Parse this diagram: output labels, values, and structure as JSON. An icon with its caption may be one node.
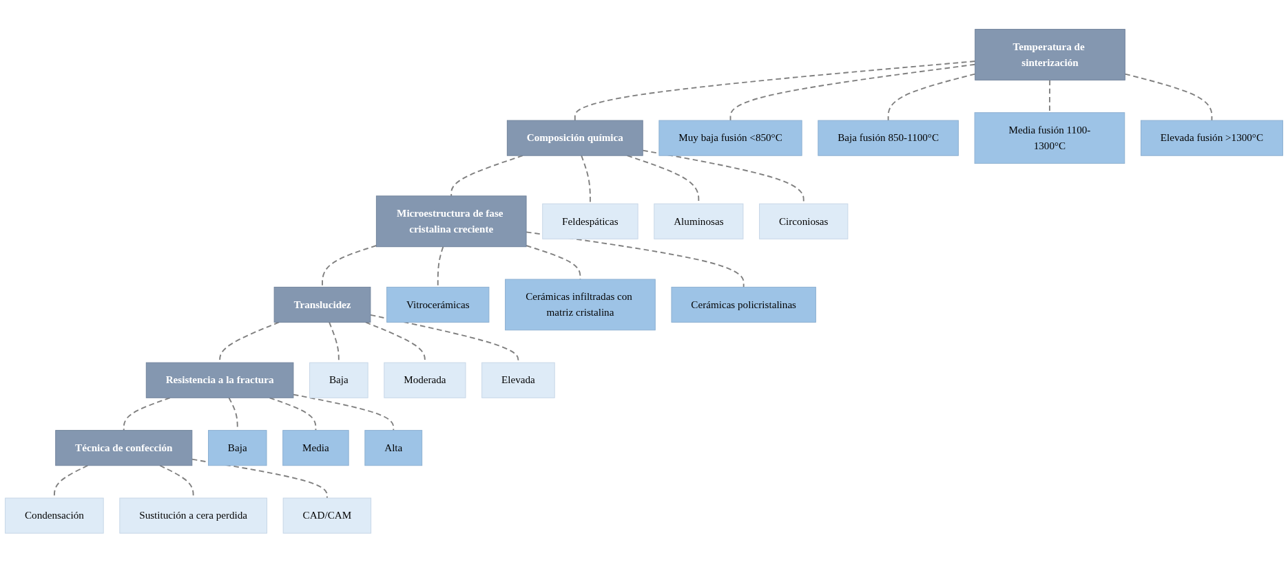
{
  "diagram": {
    "nodes": [
      {
        "text": [
          "Temperatura de sinterización"
        ]
      },
      {
        "text": [
          "Composición química"
        ]
      },
      {
        "text": [
          "Microestructura de fase cristalina creciente"
        ]
      },
      {
        "text": [
          "Translucidez"
        ]
      },
      {
        "text": [
          "Resistencia a la fractura"
        ]
      },
      {
        "text": [
          "Técnica de confección"
        ]
      },
      {
        "text": [
          "Muy baja fusión <850°C"
        ]
      },
      {
        "text": [
          "Baja fusión 850-1100°C"
        ]
      },
      {
        "text": [
          "Media fusión 1100-1300°C"
        ]
      },
      {
        "text": [
          "Elevada fusión >1300°C"
        ]
      },
      {
        "text": [
          "Feldespáticas"
        ]
      },
      {
        "text": [
          "Aluminosas"
        ]
      },
      {
        "text": [
          "Circoniosas"
        ]
      },
      {
        "text": [
          "Vitrocerámicas"
        ]
      },
      {
        "text": [
          "Cerámicas infiltradas con matriz cristalina"
        ]
      },
      {
        "text": [
          "Cerámicas policristalinas"
        ]
      },
      {
        "text": [
          "Baja"
        ]
      },
      {
        "text": [
          "Moderada"
        ]
      },
      {
        "text": [
          "Elevada"
        ]
      },
      {
        "text": [
          "Baja"
        ]
      },
      {
        "text": [
          "Media"
        ]
      },
      {
        "text": [
          "Alta"
        ]
      },
      {
        "text": [
          "Condensación"
        ]
      },
      {
        "text": [
          "Sustitución a cera perdida"
        ]
      },
      {
        "text": [
          "CAD/CAM"
        ]
      }
    ],
    "edges": [
      {
        "from": 0,
        "to": 6,
        "arrow": "none",
        "style": "dashed"
      },
      {
        "from": 0,
        "to": 7,
        "arrow": "none",
        "style": "dashed"
      },
      {
        "from": 0,
        "to": 8,
        "arrow": "none",
        "style": "dashed"
      },
      {
        "from": 0,
        "to": 9,
        "arrow": "none",
        "style": "dashed"
      },
      {
        "from": 1,
        "to": 10,
        "arrow": "none",
        "style": "dashed"
      },
      {
        "from": 1,
        "to": 11,
        "arrow": "none",
        "style": "dashed"
      },
      {
        "from": 1,
        "to": 12,
        "arrow": "none",
        "style": "dashed"
      },
      {
        "from": 2,
        "to": 13,
        "arrow": "none",
        "style": "dashed"
      },
      {
        "from": 2,
        "to": 14,
        "arrow": "none",
        "style": "dashed"
      },
      {
        "from": 2,
        "to": 15,
        "arrow": "none",
        "style": "dashed"
      },
      {
        "from": 3,
        "to": 16,
        "arrow": "none",
        "style": "dashed"
      },
      {
        "from": 3,
        "to": 17,
        "arrow": "none",
        "style": "dashed"
      },
      {
        "from": 3,
        "to": 18,
        "arrow": "none",
        "style": "dashed"
      },
      {
        "from": 4,
        "to": 19,
        "arrow": "none",
        "style": "dashed"
      },
      {
        "from": 4,
        "to": 20,
        "arrow": "none",
        "style": "dashed"
      },
      {
        "from": 4,
        "to": 21,
        "arrow": "none",
        "style": "dashed"
      },
      {
        "from": 5,
        "to": 22,
        "arrow": "none",
        "style": "dashed"
      },
      {
        "from": 5,
        "to": 23,
        "arrow": "none",
        "style": "dashed"
      },
      {
        "from": 5,
        "to": 24,
        "arrow": "none",
        "style": "dashed"
      },
      {
        "from": 0,
        "to": 1,
        "arrow": "none",
        "style": "dashed"
      },
      {
        "from": 1,
        "to": 2,
        "arrow": "none",
        "style": "dashed"
      },
      {
        "from": 2,
        "to": 3,
        "arrow": "none",
        "style": "dashed"
      },
      {
        "from": 3,
        "to": 4,
        "arrow": "none",
        "style": "dashed"
      },
      {
        "from": 4,
        "to": 5,
        "arrow": "none",
        "style": "dashed"
      }
    ]
  }
}
